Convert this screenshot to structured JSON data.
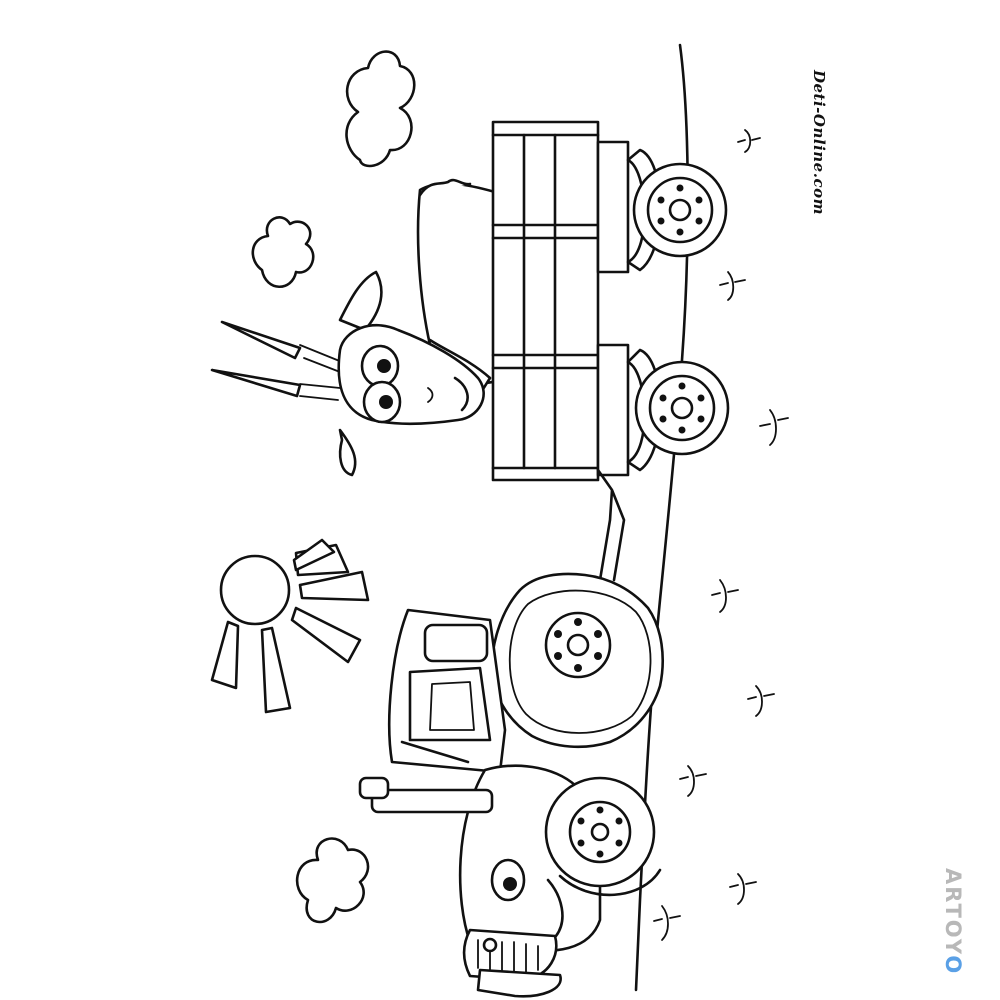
{
  "watermarks": {
    "site": "Deti-Online.com",
    "brand": "ARTOY"
  },
  "colors": {
    "ink": "#111111",
    "paper": "#ffffff",
    "brand_text": "#b8b8b8",
    "brand_accent": "#5aa0e6"
  },
  "scene": {
    "orientation": "rotated 90 degrees clockwise",
    "icons": [
      "sun-icon",
      "cloud-icon",
      "goat-icon",
      "tractor-icon",
      "trailer-icon",
      "grass-icon",
      "ground-line"
    ]
  }
}
